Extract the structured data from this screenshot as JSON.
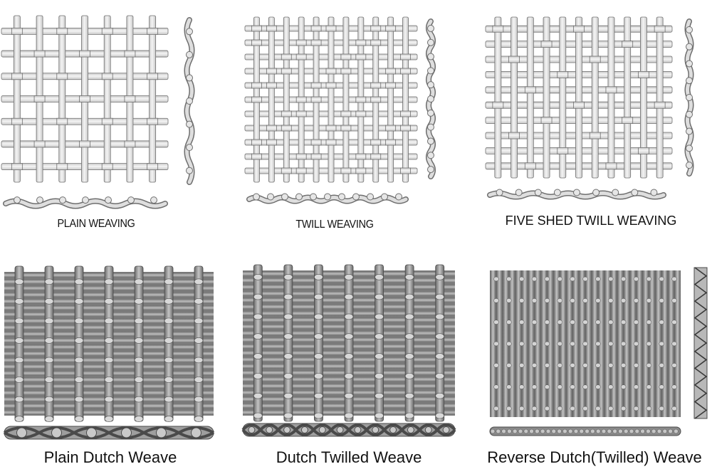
{
  "colors": {
    "wire_light": "#c9c9c9",
    "wire_light_edge": "#6e6e6e",
    "wire_dark": "#9a9a9a",
    "wire_dark_edge": "#4a4a4a",
    "background": "#ffffff",
    "text": "#111111"
  },
  "panels": [
    {
      "id": "plain-weaving",
      "caption": "PLAIN WEAVING",
      "pattern": "plain",
      "shade": "light",
      "cols": 7,
      "rows": 7
    },
    {
      "id": "twill-weaving",
      "caption": "TWILL WEAVING",
      "pattern": "twill",
      "shade": "light",
      "cols": 11,
      "rows": 11
    },
    {
      "id": "five-shed-twill-weaving",
      "caption": "FIVE SHED TWILL WEAVING",
      "pattern": "five-shed",
      "shade": "light",
      "cols": 11,
      "rows": 10
    },
    {
      "id": "plain-dutch-weave",
      "caption": "Plain Dutch Weave",
      "pattern": "dutch",
      "shade": "dark",
      "cols": 7,
      "rows": 22
    },
    {
      "id": "dutch-twilled-weave",
      "caption": "Dutch Twilled Weave",
      "pattern": "dutch-twill",
      "shade": "dark",
      "cols": 7,
      "rows": 22
    },
    {
      "id": "reverse-dutch-twilled-weave",
      "caption": "Reverse Dutch(Twilled) Weave",
      "pattern": "reverse-dutch",
      "shade": "dark",
      "cols": 30,
      "rows": 7
    }
  ]
}
